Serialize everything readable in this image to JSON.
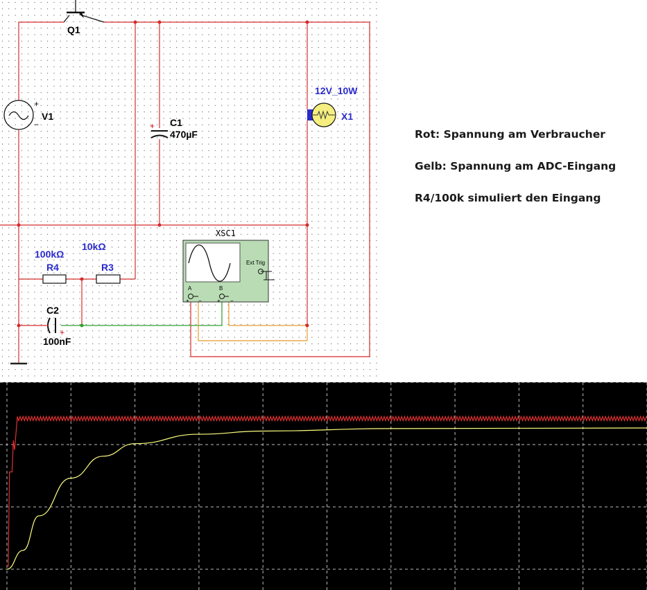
{
  "schematic": {
    "components": {
      "q1": {
        "ref": "Q1"
      },
      "v1": {
        "ref": "V1"
      },
      "c1": {
        "ref": "C1",
        "value": "470µF"
      },
      "x1": {
        "ref": "X1",
        "value": "12V_10W"
      },
      "r4": {
        "ref": "R4",
        "value": "100kΩ"
      },
      "r3": {
        "ref": "R3",
        "value": "10kΩ"
      },
      "c2": {
        "ref": "C2",
        "value": "100nF"
      },
      "xsc1": {
        "ref": "XSC1",
        "ext_trig": "Ext Trig",
        "ch_a": "A",
        "ch_b": "B"
      }
    },
    "wire_colors": {
      "power": "#d42b2b",
      "ch_a": "#2ea02e",
      "ch_b": "#e89a2c",
      "ground": "#222222"
    },
    "value_color": "#2a2acd"
  },
  "notes": [
    "Rot: Spannung am Verbraucher",
    "Gelb: Spannung am ADC-Eingang",
    "R4/100k simuliert den Eingang"
  ],
  "chart_data": {
    "type": "line",
    "background": "#000000",
    "grid": true,
    "grid_divisions": {
      "x": 10,
      "y": 3
    },
    "series": [
      {
        "color": "#e03030",
        "description_values": [
          [
            0,
            0.05
          ],
          [
            0.1,
            1.55
          ],
          [
            0.3,
            2.4
          ],
          [
            10,
            2.4
          ]
        ],
        "ripple": true
      },
      {
        "color": "#ffff80",
        "values": [
          [
            0,
            0.0
          ],
          [
            0.25,
            0.3
          ],
          [
            0.5,
            0.85
          ],
          [
            1,
            1.45
          ],
          [
            1.5,
            1.8
          ],
          [
            2,
            2.0
          ],
          [
            3,
            2.15
          ],
          [
            4,
            2.2
          ],
          [
            6,
            2.24
          ],
          [
            10,
            2.25
          ]
        ]
      }
    ],
    "xlim": [
      0,
      10
    ],
    "ylim": [
      0,
      3
    ]
  }
}
